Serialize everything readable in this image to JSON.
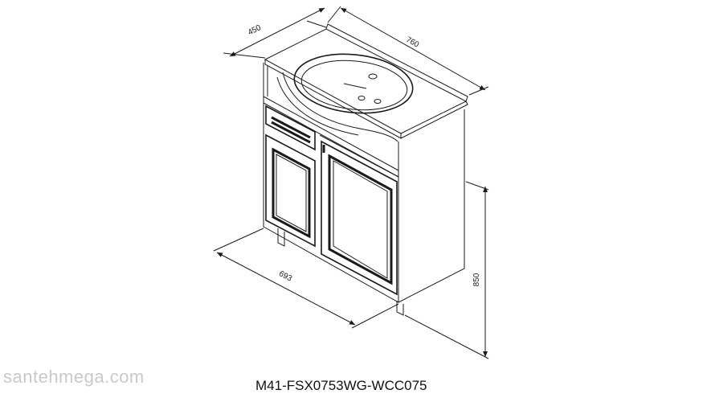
{
  "drawing": {
    "dimensions": {
      "depth": "450",
      "width_top": "760",
      "width_base": "693",
      "height": "850"
    },
    "model_code": "M41-FSX0753WG-WCC075",
    "watermark": "santehmega.com"
  }
}
